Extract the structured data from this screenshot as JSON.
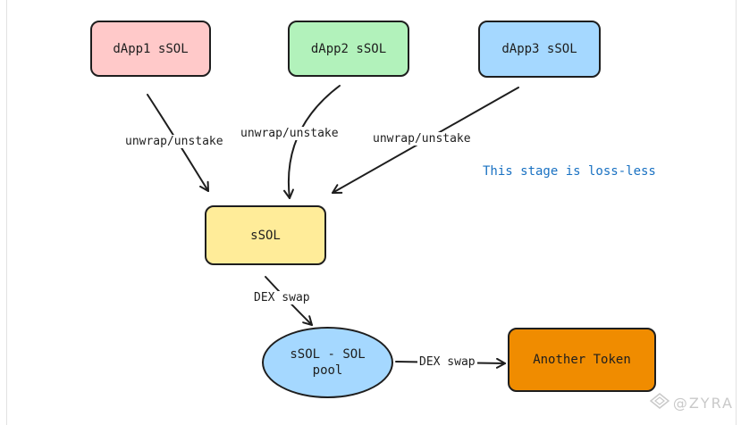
{
  "nodes": {
    "dapp1": {
      "label": "dApp1 sSOL",
      "fill": "#ffc9c9"
    },
    "dapp2": {
      "label": "dApp2 sSOL",
      "fill": "#b2f2bb"
    },
    "dapp3": {
      "label": "dApp3 sSOL",
      "fill": "#a5d8ff"
    },
    "ssol": {
      "label": "sSOL",
      "fill": "#ffec99"
    },
    "pool": {
      "label": "sSOL - SOL pool",
      "fill": "#a5d8ff"
    },
    "another_token": {
      "label": "Another Token",
      "fill": "#f08c00"
    }
  },
  "edges": {
    "dapp1_to_ssol": "unwrap/unstake",
    "dapp2_to_ssol": "unwrap/unstake",
    "dapp3_to_ssol": "unwrap/unstake",
    "ssol_to_pool": "DEX swap",
    "pool_to_token": "DEX swap"
  },
  "note": {
    "text": "This stage is loss-less",
    "color": "#1971c2"
  },
  "watermark": {
    "text": "@ZYRA",
    "icon": "diamond-logo-icon"
  }
}
